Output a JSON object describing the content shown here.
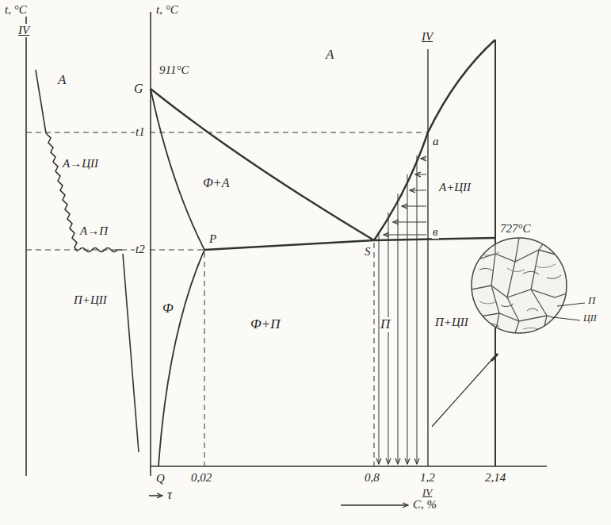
{
  "diagram": {
    "labels": [
      "t, °C",
      "IV",
      "А",
      "А→ЦII",
      "А→П",
      "П+ЦII",
      "τ",
      "t, °C",
      "G",
      "911°C",
      "t1",
      "t2",
      "А",
      "Ф+А",
      "P",
      "Ф",
      "Ф+П",
      "S",
      "a",
      "в",
      "727°C",
      "IV",
      "А+ЦII",
      "П",
      "П+ЦII",
      "Q",
      "0,02",
      "0,8",
      "1,2",
      "IV",
      "2,14",
      "C, %",
      "П",
      "ЦII"
    ]
  }
}
